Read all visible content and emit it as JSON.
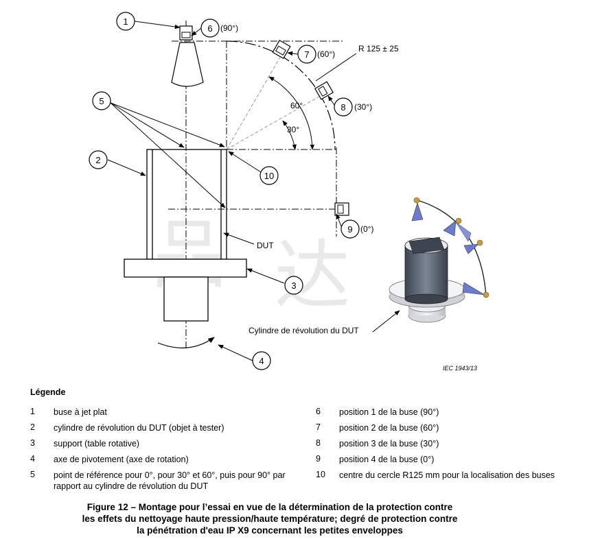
{
  "diagram": {
    "callouts": [
      "1",
      "2",
      "3",
      "4",
      "5",
      "6",
      "7",
      "8",
      "9",
      "10"
    ],
    "position_labels": {
      "p6": "(90°)",
      "p7": "(60°)",
      "p8": "(30°)",
      "p9": "(0°)"
    },
    "angle_labels": {
      "a60": "60°",
      "a30": "30°"
    },
    "radius_label": "R 125 ± 25",
    "dut_label": "DUT",
    "cylinder_label": "Cylindre de révolution du DUT",
    "iec_ref": "IEC   1943/13",
    "watermark": [
      "品",
      "达"
    ]
  },
  "legend": {
    "title": "Légende",
    "left": [
      {
        "num": "1",
        "text": "buse à jet plat"
      },
      {
        "num": "2",
        "text": "cylindre de révolution du DUT (objet à tester)"
      },
      {
        "num": "3",
        "text": "support (table rotative)"
      },
      {
        "num": "4",
        "text": "axe de pivotement (axe de rotation)"
      },
      {
        "num": "5",
        "text": "point de référence pour 0°, pour 30° et 60°, puis pour 90° par rapport au cylindre de révolution du DUT"
      }
    ],
    "right": [
      {
        "num": "6",
        "text": "position 1 de la buse (90°)"
      },
      {
        "num": "7",
        "text": "position 2 de la buse (60°)"
      },
      {
        "num": "8",
        "text": "position 3 de la buse (30°)"
      },
      {
        "num": "9",
        "text": "position 4 de la buse (0°)"
      },
      {
        "num": "10",
        "text": "centre du cercle R125 mm pour la localisation des buses"
      }
    ]
  },
  "caption": {
    "lines": [
      "Figure 12 – Montage pour l’essai en vue de la détermination de la protection contre",
      "les effets du nettoyage haute pression/haute température; degré de protection contre",
      "la pénétration d'eau IP X9 concernant les petites enveloppes"
    ]
  }
}
